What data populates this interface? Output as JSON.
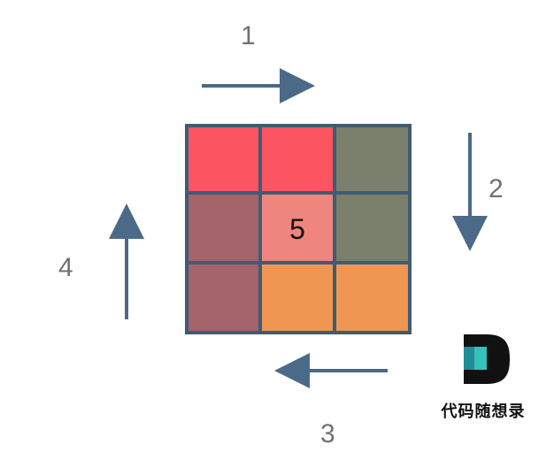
{
  "diagram": {
    "steps": [
      {
        "number": "1",
        "direction": "right"
      },
      {
        "number": "2",
        "direction": "down"
      },
      {
        "number": "3",
        "direction": "left"
      },
      {
        "number": "4",
        "direction": "up"
      }
    ],
    "grid": {
      "rows": 3,
      "cols": 3,
      "center_label": "5",
      "border_color": "#3f5c73",
      "cells": [
        [
          "#fa5561",
          "#fa5561",
          "#7b806c"
        ],
        [
          "#a5636a",
          "#ee857e",
          "#7b806c"
        ],
        [
          "#a5636a",
          "#ef9653",
          "#ef9653"
        ]
      ]
    },
    "arrow_color": "#4b6a88",
    "brand": {
      "text": "代码随想录",
      "logo_icon": "d-logo-icon",
      "logo_colors": {
        "main": "#111111",
        "teal_dark": "#1f8f95",
        "teal_light": "#34c2ba"
      }
    }
  }
}
